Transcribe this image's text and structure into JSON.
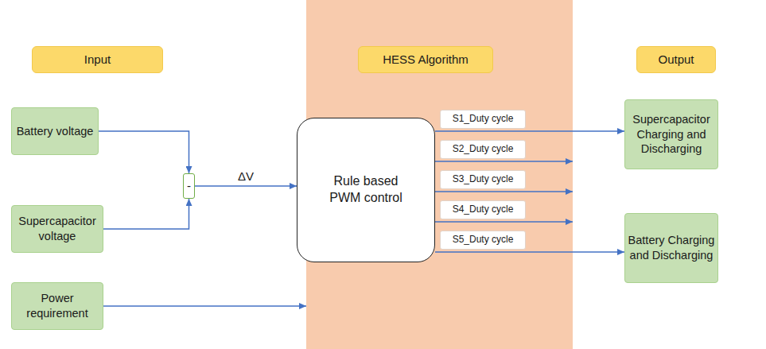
{
  "diagram": {
    "nodes": [
      {
        "text": [
          "Input"
        ]
      },
      {
        "text": [
          "HESS Algorithm"
        ]
      },
      {
        "text": [
          "Output"
        ]
      },
      {
        "text": [
          "Battery voltage"
        ]
      },
      {
        "text": [
          "Supercapacitor voltage"
        ]
      },
      {
        "text": [
          "Power requirement"
        ]
      },
      {
        "text": [
          "-"
        ]
      },
      {
        "text": [
          "Rule based PWM control"
        ]
      },
      {
        "text": [
          "S1_Duty cycle"
        ]
      },
      {
        "text": [
          "S2_Duty cycle"
        ]
      },
      {
        "text": [
          "S3_Duty cycle"
        ]
      },
      {
        "text": [
          "S4_Duty cycle"
        ]
      },
      {
        "text": [
          "S5_Duty cycle"
        ]
      },
      {
        "text": [
          "Supercapacitor Charging and Discharging"
        ]
      },
      {
        "text": [
          "Battery Charging and Discharging"
        ]
      }
    ],
    "edges": [
      {
        "from": 3,
        "to": 6,
        "arrow": "to"
      },
      {
        "from": 4,
        "to": 6,
        "arrow": "to"
      },
      {
        "from": 6,
        "to": 7,
        "arrow": "to",
        "label": "ΔV"
      },
      {
        "from": 7,
        "to": 13,
        "arrow": "to"
      },
      {
        "from": 7,
        "to": 14,
        "arrow": "to"
      }
    ]
  }
}
